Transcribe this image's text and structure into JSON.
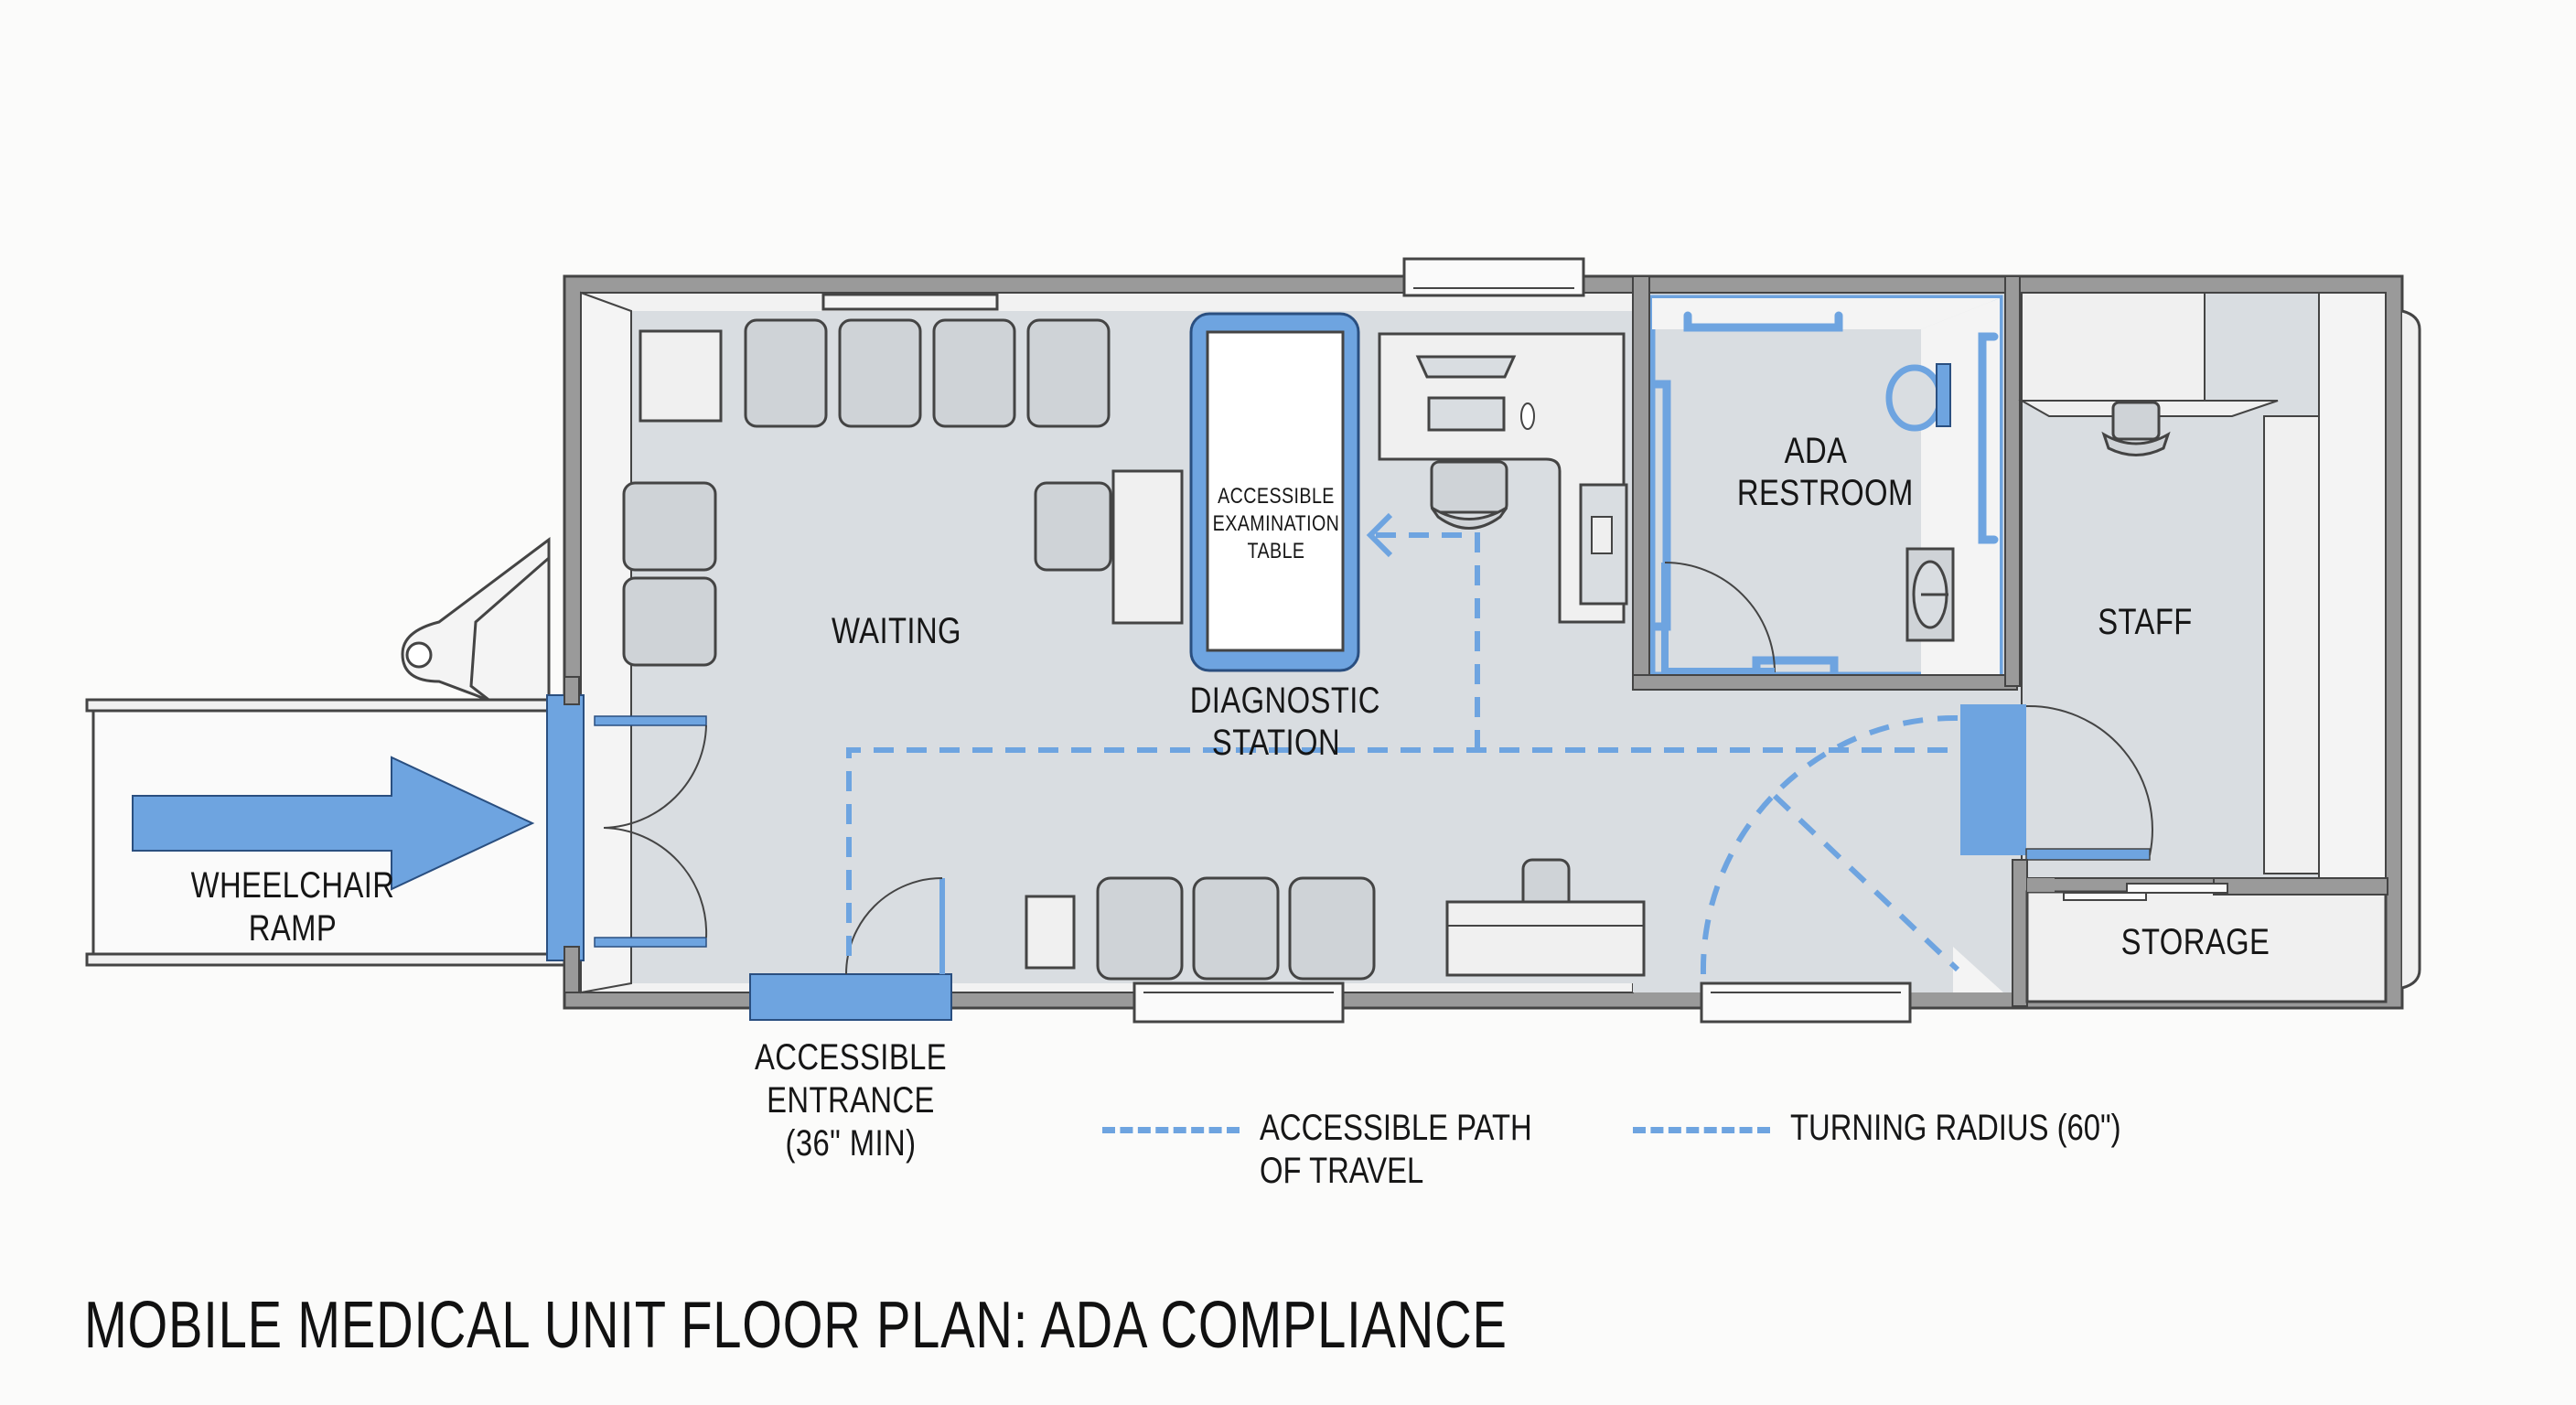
{
  "title": "MOBILE MEDICAL UNIT FLOOR PLAN: ADA COMPLIANCE",
  "colors": {
    "background": "#fbfbfa",
    "floor": "#d9dde1",
    "wall": "#9a9a9a",
    "wall_outline": "#444444",
    "counter": "#efefef",
    "accent_blue": "#6ea4e0",
    "text": "#161616"
  },
  "rooms": {
    "waiting": "WAITING",
    "ada_restroom_line1": "ADA",
    "ada_restroom_line2": "RESTROOM",
    "staff": "STAFF",
    "storage": "STORAGE",
    "diagnostic_line1": "DIAGNOSTIC",
    "diagnostic_line2": "STATION"
  },
  "exam_table": {
    "line1": "ACCESSIBLE",
    "line2": "EXAMINATION",
    "line3": "TABLE"
  },
  "ramp": {
    "line1": "WHEELCHAIR",
    "line2": "RAMP"
  },
  "entrance": {
    "line1": "ACCESSIBLE",
    "line2": "ENTRANCE",
    "line3": "(36\" MIN)"
  },
  "legend": [
    {
      "icon": "dashed-line-icon",
      "line1": "ACCESSIBLE PATH",
      "line2": "OF TRAVEL"
    },
    {
      "icon": "dashed-line-icon",
      "line1": "TURNING RADIUS (60\")",
      "line2": ""
    }
  ]
}
